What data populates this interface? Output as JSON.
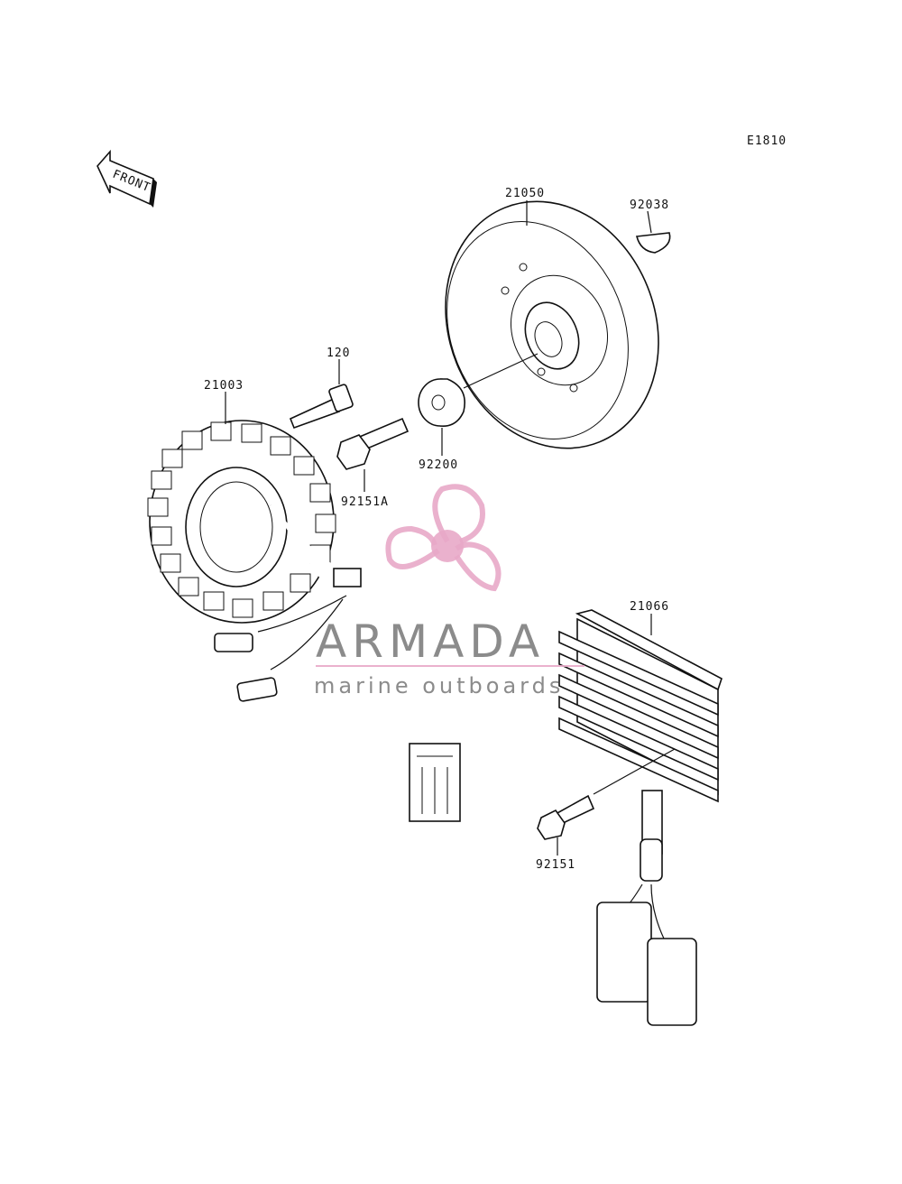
{
  "diagram": {
    "figure_code": "E1810",
    "front_marker": "FRONT",
    "part_labels": {
      "p21050": "21050",
      "p92038": "92038",
      "p120": "120",
      "p21003": "21003",
      "p92200": "92200",
      "p92151A": "92151A",
      "p21066": "21066",
      "p92151": "92151"
    }
  },
  "watermark": {
    "brand": "ARMADA",
    "tagline": "marine outboards",
    "accent_color": "#e8a8c8"
  }
}
